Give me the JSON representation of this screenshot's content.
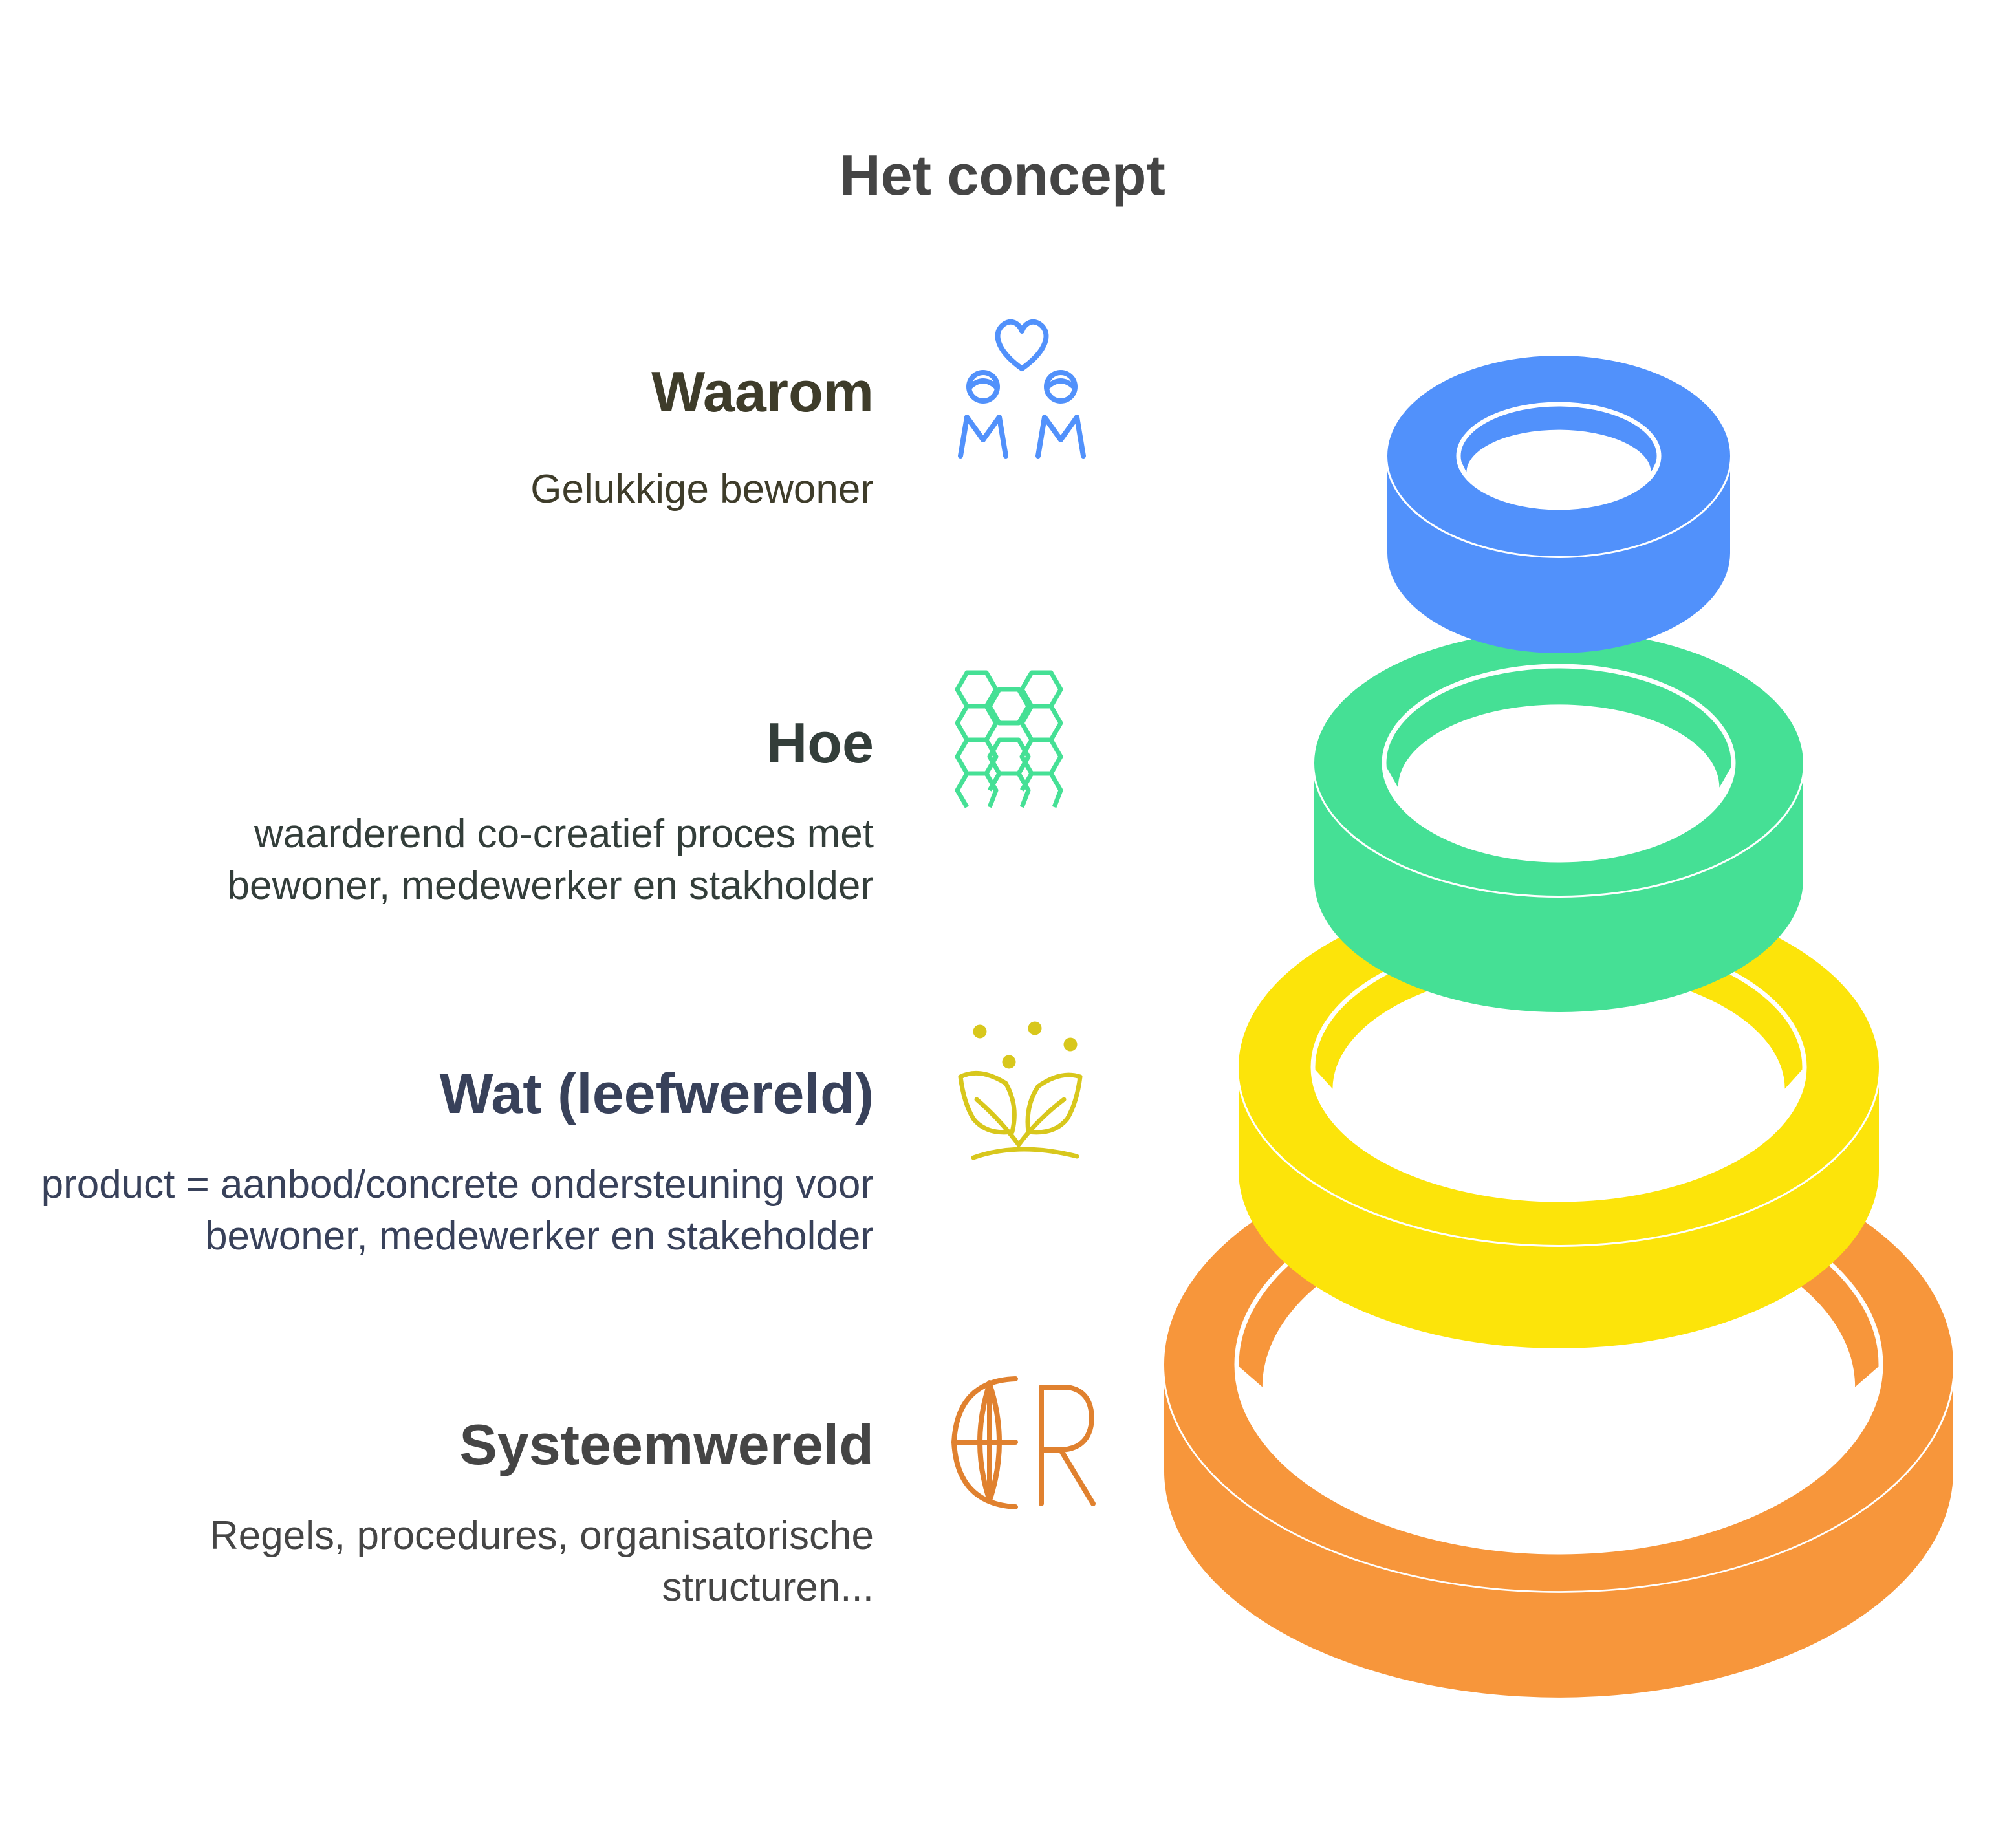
{
  "title": "Het concept",
  "layers": [
    {
      "id": "waarom",
      "heading": "Waarom",
      "description": "Gelukkige bewoner",
      "color": "#5191FB",
      "text_color": "#3E3C2A",
      "icon": "couple-heart-icon"
    },
    {
      "id": "hoe",
      "heading": "Hoe",
      "description": "waarderend co-creatief proces met bewoner, medewerker en stakholder",
      "color": "#45E095",
      "text_color": "#333E3A",
      "icon": "honeycomb-icon"
    },
    {
      "id": "wat",
      "heading": "Wat (leefwereld)",
      "description": "product = aanbod/concrete ondersteuning voor bewoner, medewerker en stakeholder",
      "color": "#FCE40A",
      "text_color": "#38415A",
      "icon": "sprout-icon"
    },
    {
      "id": "systeem",
      "heading": "Systeemwereld",
      "description": "Regels, procedures, organisatorische structuren...",
      "color": "#F7963B",
      "text_color": "#454545",
      "icon": "globe-letters-icon"
    }
  ]
}
